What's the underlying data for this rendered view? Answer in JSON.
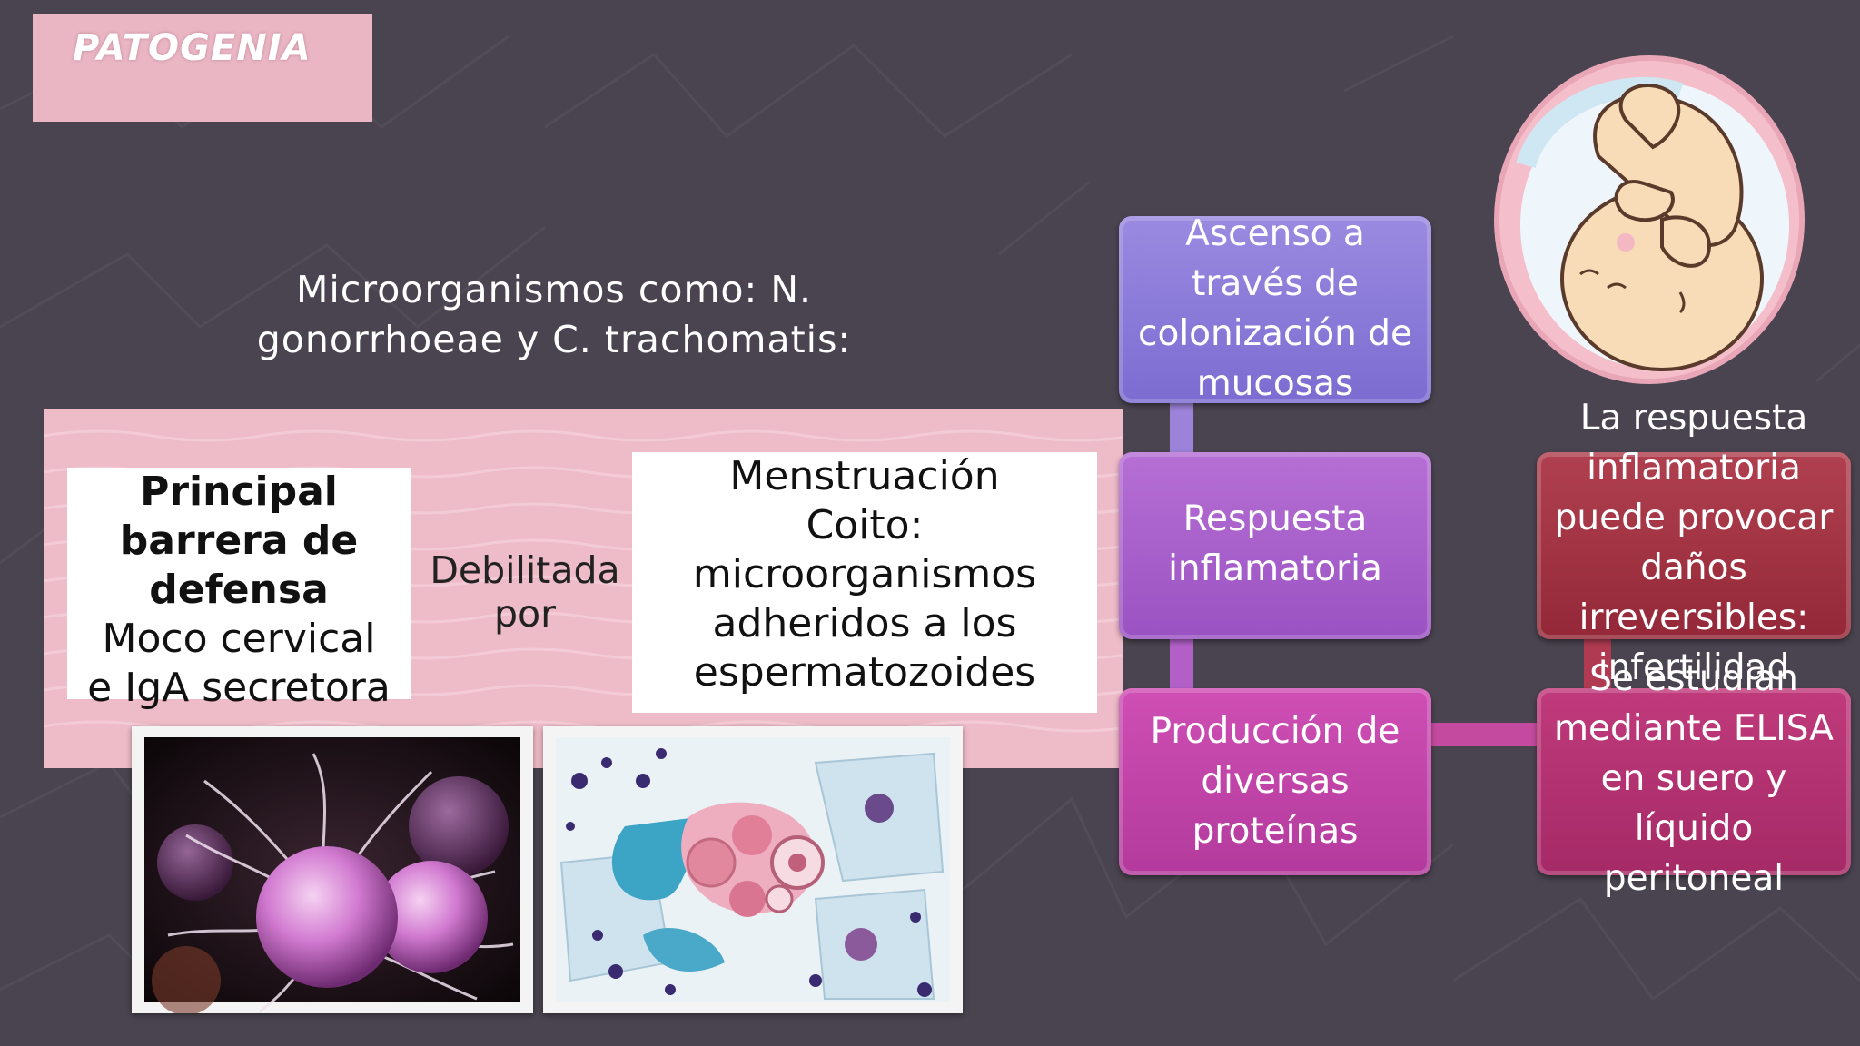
{
  "slide": {
    "title": "PATOGENIA",
    "subtitle_line1": "Microorganismos como: N.",
    "subtitle_line2": "gonorrhoeae y C. trachomatis:"
  },
  "left_box": {
    "bold_lines": [
      "Principal",
      "barrera de",
      "defensa"
    ],
    "lines": [
      "Moco cervical",
      "e IgA secretora"
    ]
  },
  "middle_label": {
    "lines": [
      "Debilitada",
      "por"
    ]
  },
  "right_box": {
    "lines": [
      "Menstruación",
      "Coito:",
      "microorganismos",
      "adheridos a los",
      "espermatozoides"
    ]
  },
  "flow": {
    "step1": [
      "Ascenso a",
      "través de",
      "colonización de",
      "mucosas"
    ],
    "step2": [
      "Respuesta",
      "inflamatoria"
    ],
    "step3": [
      "Producción de",
      "diversas",
      "proteínas"
    ],
    "side1": [
      "La respuesta",
      "inflamatoria",
      "puede provocar",
      "daños",
      "irreversibles:",
      "infertilidad"
    ],
    "side2": [
      "Se estudian",
      "mediante ELISA",
      "en suero y",
      "líquido",
      "peritoneal"
    ]
  },
  "colors": {
    "background": "#49444f",
    "title_box": "#eab6c4",
    "pink_band": "#eebbc8",
    "step1": "#8a7ad9",
    "step2": "#a962cc",
    "step3": "#c446ab",
    "side1": "#a3343f",
    "side2": "#b33271"
  },
  "images": {
    "photo1": "bacteria-illustration",
    "photo2": "microscopy-cells",
    "fetus": "fetus-in-womb-illustration"
  }
}
